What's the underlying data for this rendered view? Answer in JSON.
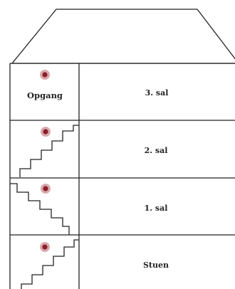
{
  "building": {
    "entrance_label": "Opgang",
    "floors": [
      {
        "label": "3. sal"
      },
      {
        "label": "2. sal"
      },
      {
        "label": "1. sal"
      },
      {
        "label": "Stuen"
      }
    ]
  },
  "colors": {
    "line": "#222222",
    "dot_center": "#8a1f2b",
    "dot_halo": "#d9a9ad"
  }
}
